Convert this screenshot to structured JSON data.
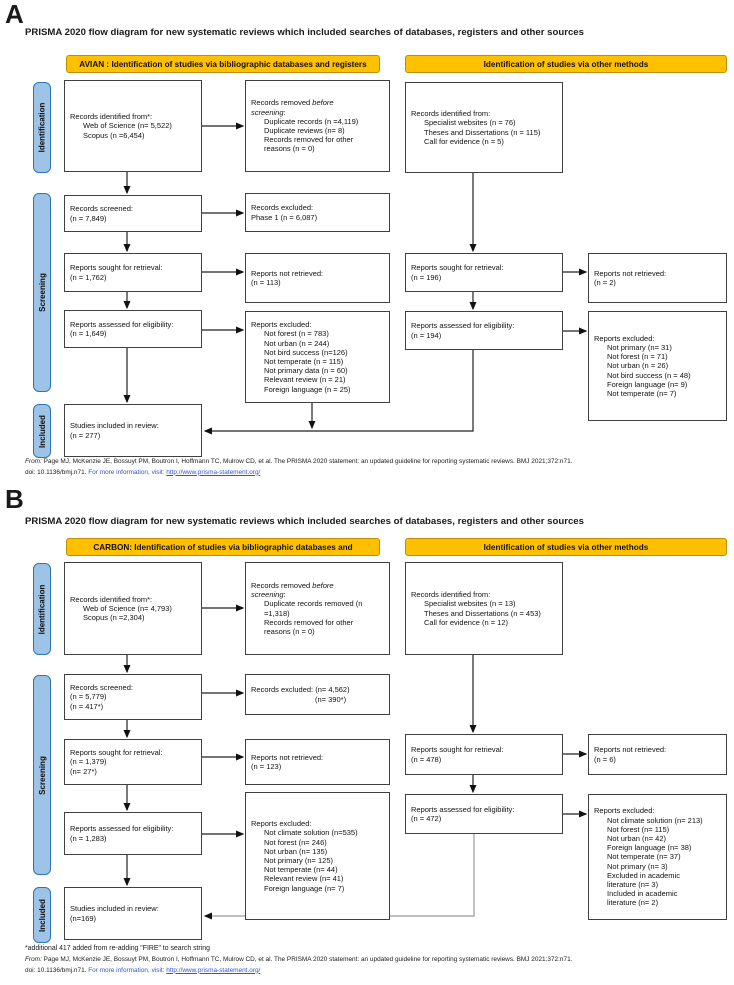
{
  "colors": {
    "banner_bg": "#FFC000",
    "banner_border": "#BE8F00",
    "stage_bg": "#9DC3E6",
    "stage_border": "#2E74B5",
    "box_border": "#404040",
    "link_blue": "#3355cc",
    "arrow_gray": "#9a9a9a"
  },
  "page": {
    "panels": [
      {
        "id": "A",
        "label": "A",
        "title": "PRISMA 2020 flow diagram for new systematic reviews which included searches of databases, registers and other sources",
        "banners": [
          {
            "label": "AVIAN : Identification of studies via bibliographic databases and registers"
          },
          {
            "label": "Identification of studies via other methods"
          }
        ],
        "stages": [
          {
            "label": "Identification"
          },
          {
            "label": "Screening"
          },
          {
            "label": "Included"
          }
        ],
        "boxes": [
          {
            "name": "records-identified-databases",
            "lines": [
              "Records identified from*:",
              {
                "indent": 1,
                "text": "Web of Science (n= 5,522)"
              },
              {
                "indent": 1,
                "text": "Scopus (n =6,454)"
              }
            ]
          },
          {
            "name": "records-screened",
            "lines": [
              "Records screened:",
              "(n = 7,849)"
            ]
          },
          {
            "name": "reports-sought-retrieval",
            "lines": [
              "Reports sought for retrieval:",
              "(n = 1,762)"
            ]
          },
          {
            "name": "reports-assessed-eligibility",
            "lines": [
              "Reports assessed for eligibility:",
              "(n = 1,649)"
            ]
          },
          {
            "name": "studies-included",
            "lines": [
              "Studies included in review:",
              "(n = 277)"
            ]
          },
          {
            "name": "records-removed-before-screening",
            "lines": [
              {
                "runs": [
                  {
                    "text": "Records removed "
                  },
                  {
                    "text": "before",
                    "italic": true
                  }
                ]
              },
              {
                "runs": [
                  {
                    "text": "screening",
                    "italic": true
                  },
                  {
                    "text": ":"
                  }
                ]
              },
              {
                "indent": 1,
                "text": "Duplicate records (n =4,119)"
              },
              {
                "indent": 1,
                "text": "Duplicate reviews (n= 8)"
              },
              {
                "indent": 1,
                "text": "Records removed for other"
              },
              {
                "indent": 1,
                "text": "reasons (n = 0)"
              }
            ]
          },
          {
            "name": "records-excluded",
            "lines": [
              "Records excluded:",
              "Phase 1 (n = 6,087)"
            ]
          },
          {
            "name": "reports-not-retrieved",
            "lines": [
              "Reports not retrieved:",
              "(n = 113)"
            ]
          },
          {
            "name": "reports-excluded",
            "lines": [
              "Reports excluded:",
              {
                "indent": 1,
                "text": "Not forest (n = 783)"
              },
              {
                "indent": 1,
                "text": "Not urban (n = 244)"
              },
              {
                "indent": 1,
                "text": "Not bird success (n=126)"
              },
              {
                "indent": 1,
                "text": "Not temperate (n = 115)"
              },
              {
                "indent": 1,
                "text": "Not primary data (n = 60)"
              },
              {
                "indent": 1,
                "text": "Relevant review (n = 21)"
              },
              {
                "indent": 1,
                "text": "Foreign language (n = 25)"
              }
            ]
          },
          {
            "name": "records-identified-other",
            "lines": [
              "Records identified from:",
              {
                "indent": 1,
                "text": "Specialist websites (n = 76)"
              },
              {
                "indent": 1,
                "text": "Theses and Dissertations (n = 115)"
              },
              {
                "indent": 1,
                "text": "Call for evidence (n = 5)"
              }
            ]
          },
          {
            "name": "reports-sought-retrieval-other",
            "lines": [
              "Reports sought for retrieval:",
              "(n = 196)"
            ]
          },
          {
            "name": "reports-assessed-eligibility-other",
            "lines": [
              "Reports assessed for eligibility:",
              "(n = 194)"
            ]
          },
          {
            "name": "reports-not-retrieved-other",
            "lines": [
              "Reports not retrieved:",
              "(n = 2)"
            ]
          },
          {
            "name": "reports-excluded-other",
            "lines": [
              "Reports excluded:",
              {
                "indent": 1,
                "text": "Not primary (n= 31)"
              },
              {
                "indent": 1,
                "text": "Not forest (n = 71)"
              },
              {
                "indent": 1,
                "text": "Not urban (n = 26)"
              },
              {
                "indent": 1,
                "text": "Not bird success (n = 48)"
              },
              {
                "indent": 1,
                "text": "Foreign language (n= 9)"
              },
              {
                "indent": 1,
                "text": "Not temperate (n= 7)"
              }
            ]
          }
        ],
        "footer": {
          "from_label": "From:",
          "citation": "Page MJ, McKenzie JE, Bossuyt PM, Boutron I, Hoffmann TC, Mulrow CD, et al. The PRISMA 2020 statement: an updated guideline for reporting systematic reviews. BMJ 2021;372:n71.",
          "doi_line": "doi: 10.1136/bmj.n71.",
          "more_info": "For more information, visit:",
          "link": "http://www.prisma-statement.org/"
        }
      },
      {
        "id": "B",
        "label": "B",
        "title": "PRISMA 2020 flow diagram for new systematic reviews which included searches of databases, registers and other sources",
        "banners": [
          {
            "label": "CARBON: Identification of studies via bibliographic databases and"
          },
          {
            "label": "Identification of studies via other methods"
          }
        ],
        "stages": [
          {
            "label": "Identification"
          },
          {
            "label": "Screening"
          },
          {
            "label": "Included"
          }
        ],
        "boxes": [
          {
            "name": "records-identified-databases",
            "lines": [
              "Records identified from*:",
              {
                "indent": 1,
                "text": "Web of Science (n= 4,793)"
              },
              {
                "indent": 1,
                "text": "Scopus (n =2,304)"
              }
            ]
          },
          {
            "name": "records-screened",
            "lines": [
              "Records screened:",
              "(n = 5,779)",
              "(n = 417*)"
            ]
          },
          {
            "name": "reports-sought-retrieval",
            "lines": [
              "Reports sought for retrieval:",
              "(n = 1,379)",
              "(n= 27*)"
            ]
          },
          {
            "name": "reports-assessed-eligibility",
            "lines": [
              "Reports assessed for eligibility:",
              "(n = 1,283)"
            ]
          },
          {
            "name": "studies-included",
            "lines": [
              "Studies included in review:",
              "(n=169)"
            ]
          },
          {
            "name": "records-removed-before-screening",
            "lines": [
              {
                "runs": [
                  {
                    "text": "Records removed "
                  },
                  {
                    "text": "before",
                    "italic": true
                  }
                ]
              },
              {
                "runs": [
                  {
                    "text": "screening",
                    "italic": true
                  },
                  {
                    "text": ":"
                  }
                ]
              },
              {
                "indent": 1,
                "text": "Duplicate records removed (n"
              },
              {
                "indent": 1,
                "text": "=1,318)"
              },
              {
                "indent": 1,
                "text": "Records removed for other"
              },
              {
                "indent": 1,
                "text": "reasons (n = 0)"
              }
            ]
          },
          {
            "name": "records-excluded",
            "lines": [
              "Records excluded: (n= 4,562)",
              {
                "indent": 2,
                "text": "(n= 390*)"
              }
            ]
          },
          {
            "name": "reports-not-retrieved",
            "lines": [
              "Reports not retrieved:",
              "(n = 123)"
            ]
          },
          {
            "name": "reports-excluded",
            "lines": [
              "Reports excluded:",
              {
                "indent": 1,
                "text": "Not climate solution (n=535)"
              },
              {
                "indent": 1,
                "text": "Not forest (n= 246)"
              },
              {
                "indent": 1,
                "text": "Not urban (n= 135)"
              },
              {
                "indent": 1,
                "text": "Not primary (n= 125)"
              },
              {
                "indent": 1,
                "text": "Not temperate (n= 44)"
              },
              {
                "indent": 1,
                "text": "Relevant review (n= 41)"
              },
              {
                "indent": 1,
                "text": "Foreign language (n= 7)"
              }
            ]
          },
          {
            "name": "records-identified-other",
            "lines": [
              "Records identified from:",
              {
                "indent": 1,
                "text": "Specialist websites (n = 13)"
              },
              {
                "indent": 1,
                "text": "Theses and Dissertations (n = 453)"
              },
              {
                "indent": 1,
                "text": "Call for evidence (n = 12)"
              }
            ]
          },
          {
            "name": "reports-sought-retrieval-other",
            "lines": [
              "Reports sought for retrieval:",
              "(n = 478)"
            ]
          },
          {
            "name": "reports-assessed-eligibility-other",
            "lines": [
              "Reports assessed for eligibility:",
              "(n = 472)"
            ]
          },
          {
            "name": "reports-not-retrieved-other",
            "lines": [
              "Reports not retrieved:",
              "(n = 6)"
            ]
          },
          {
            "name": "reports-excluded-other",
            "lines": [
              "Reports excluded:",
              {
                "indent": 1,
                "text": "Not climate solution (n= 213)"
              },
              {
                "indent": 1,
                "text": "Not forest (n= 115)"
              },
              {
                "indent": 1,
                "text": "Not urban (n= 42)"
              },
              {
                "indent": 1,
                "text": "Foreign language (n= 38)"
              },
              {
                "indent": 1,
                "text": "Not temperate (n= 37)"
              },
              {
                "indent": 1,
                "text": "Not primary (n= 3)"
              },
              {
                "indent": 1,
                "text": "Excluded in academic"
              },
              {
                "indent": 1,
                "text": "literature (n= 3)"
              },
              {
                "indent": 1,
                "text": "Included in academic"
              },
              {
                "indent": 1,
                "text": "literature (n= 2)"
              }
            ]
          }
        ],
        "footnote": "*additional 417 added from re-adding \"FIRE\" to search string",
        "footer": {
          "from_label": "From:",
          "citation": "Page MJ, McKenzie JE, Bossuyt PM, Boutron I, Hoffmann TC, Mulrow CD, et al. The PRISMA 2020 statement: an updated guideline for reporting systematic reviews. BMJ 2021;372:n71.",
          "doi_line": "doi: 10.1136/bmj.n71.",
          "more_info": "For more information, visit:",
          "link": "http://www.prisma-statement.org/"
        }
      }
    ]
  }
}
